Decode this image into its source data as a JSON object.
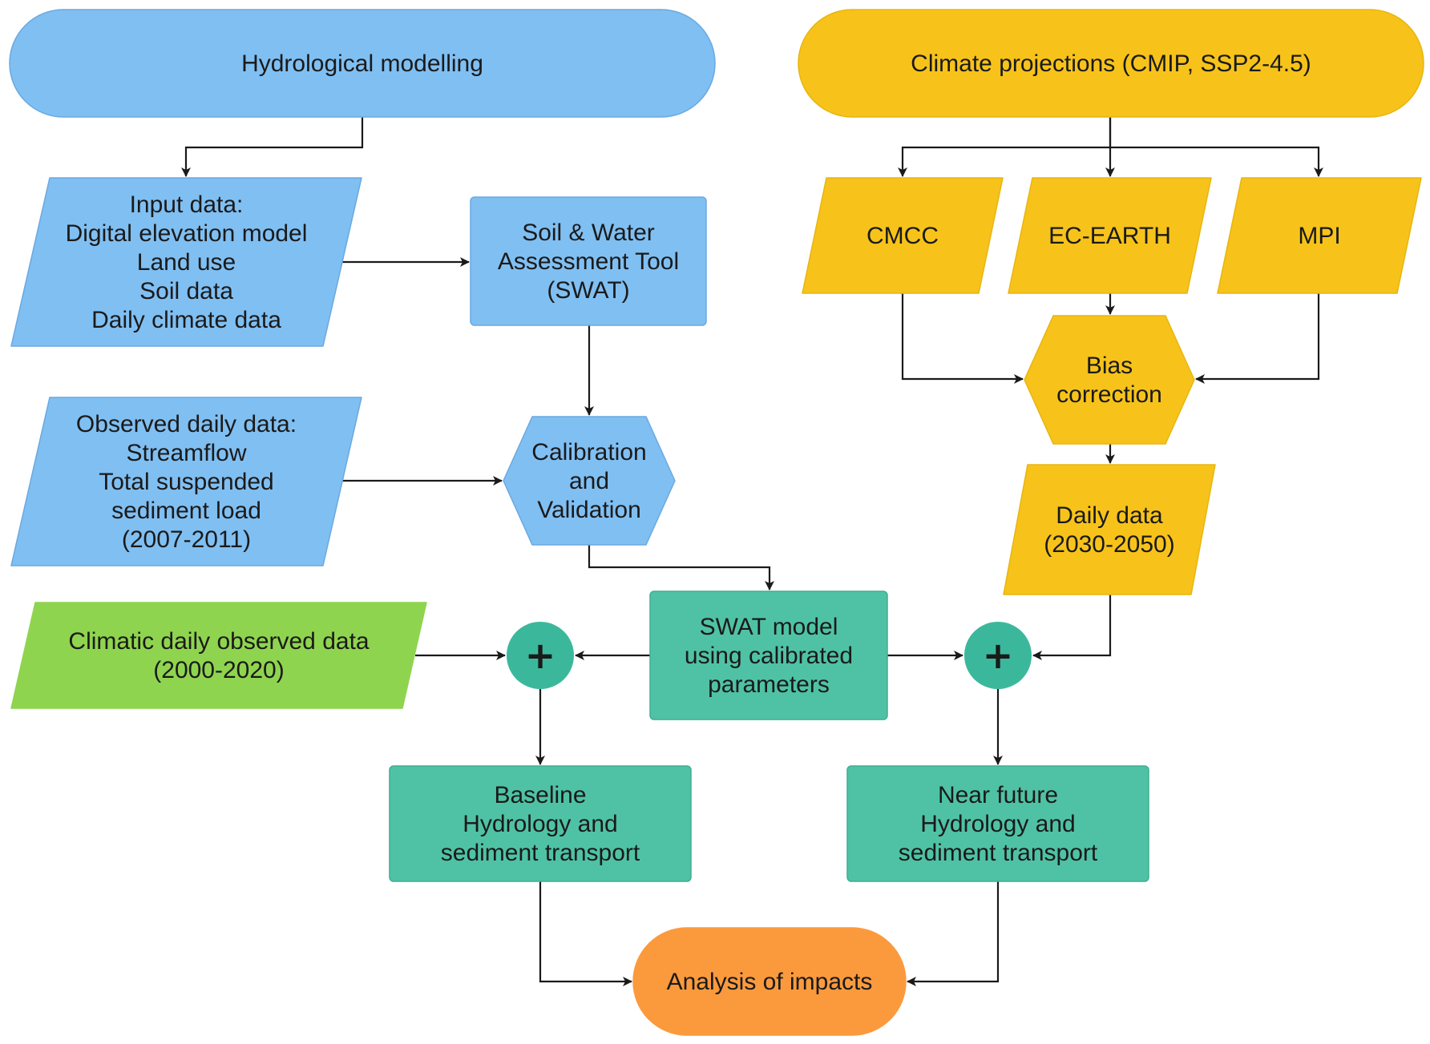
{
  "colors": {
    "blue": "#80bff2",
    "blue_stroke": "#6aa9e0",
    "yellow": "#f7c31a",
    "yellow_stroke": "#e8b50f",
    "teal": "#4fc2a5",
    "teal_stroke": "#3fae93",
    "green": "#8fd44f",
    "orange": "#fb9a3d",
    "circle": "#3bb89c",
    "edge": "#1a1a1a",
    "background": "#ffffff"
  },
  "nodes": {
    "hydro_title": {
      "lines": [
        "Hydrological modelling"
      ]
    },
    "climate_title": {
      "lines": [
        "Climate projections (CMIP, SSP2-4.5)"
      ]
    },
    "input_data": {
      "lines": [
        "Input data:",
        "Digital elevation model",
        "Land use",
        "Soil data",
        "Daily climate data"
      ]
    },
    "swat_tool": {
      "lines": [
        "Soil & Water",
        "Assessment Tool",
        "(SWAT)"
      ]
    },
    "observed_data": {
      "lines": [
        "Observed daily data:",
        "Streamflow",
        "Total suspended",
        "sediment load",
        "(2007-2011)"
      ]
    },
    "calibration": {
      "lines": [
        "Calibration",
        "and",
        "Validation"
      ]
    },
    "cmcc": {
      "lines": [
        "CMCC"
      ]
    },
    "ec_earth": {
      "lines": [
        "EC-EARTH"
      ]
    },
    "mpi": {
      "lines": [
        "MPI"
      ]
    },
    "bias_correction": {
      "lines": [
        "Bias",
        "correction"
      ]
    },
    "daily_data_future": {
      "lines": [
        "Daily data",
        "(2030-2050)"
      ]
    },
    "climatic_observed": {
      "lines": [
        "Climatic daily observed data",
        "(2000-2020)"
      ]
    },
    "swat_model": {
      "lines": [
        "SWAT model",
        "using calibrated",
        "parameters"
      ]
    },
    "baseline": {
      "lines": [
        "Baseline",
        "Hydrology and",
        "sediment transport"
      ]
    },
    "near_future": {
      "lines": [
        "Near future",
        "Hydrology and",
        "sediment transport"
      ]
    },
    "analysis": {
      "lines": [
        "Analysis of impacts"
      ]
    },
    "join_left": {
      "symbol": "+"
    },
    "join_right": {
      "symbol": "+"
    }
  },
  "edges": [
    {
      "from": "hydro_title",
      "to": "input_data"
    },
    {
      "from": "input_data",
      "to": "swat_tool"
    },
    {
      "from": "swat_tool",
      "to": "calibration"
    },
    {
      "from": "observed_data",
      "to": "calibration"
    },
    {
      "from": "calibration",
      "to": "swat_model"
    },
    {
      "from": "climate_title",
      "to": "cmcc"
    },
    {
      "from": "climate_title",
      "to": "ec_earth"
    },
    {
      "from": "climate_title",
      "to": "mpi"
    },
    {
      "from": "ec_earth",
      "to": "bias_correction"
    },
    {
      "from": "cmcc",
      "to": "bias_correction"
    },
    {
      "from": "mpi",
      "to": "bias_correction"
    },
    {
      "from": "bias_correction",
      "to": "daily_data_future"
    },
    {
      "from": "climatic_observed",
      "to": "join_left"
    },
    {
      "from": "swat_model",
      "to": "join_left"
    },
    {
      "from": "swat_model",
      "to": "join_right"
    },
    {
      "from": "daily_data_future",
      "to": "join_right"
    },
    {
      "from": "join_left",
      "to": "baseline"
    },
    {
      "from": "join_right",
      "to": "near_future"
    },
    {
      "from": "baseline",
      "to": "analysis"
    },
    {
      "from": "near_future",
      "to": "analysis"
    }
  ]
}
